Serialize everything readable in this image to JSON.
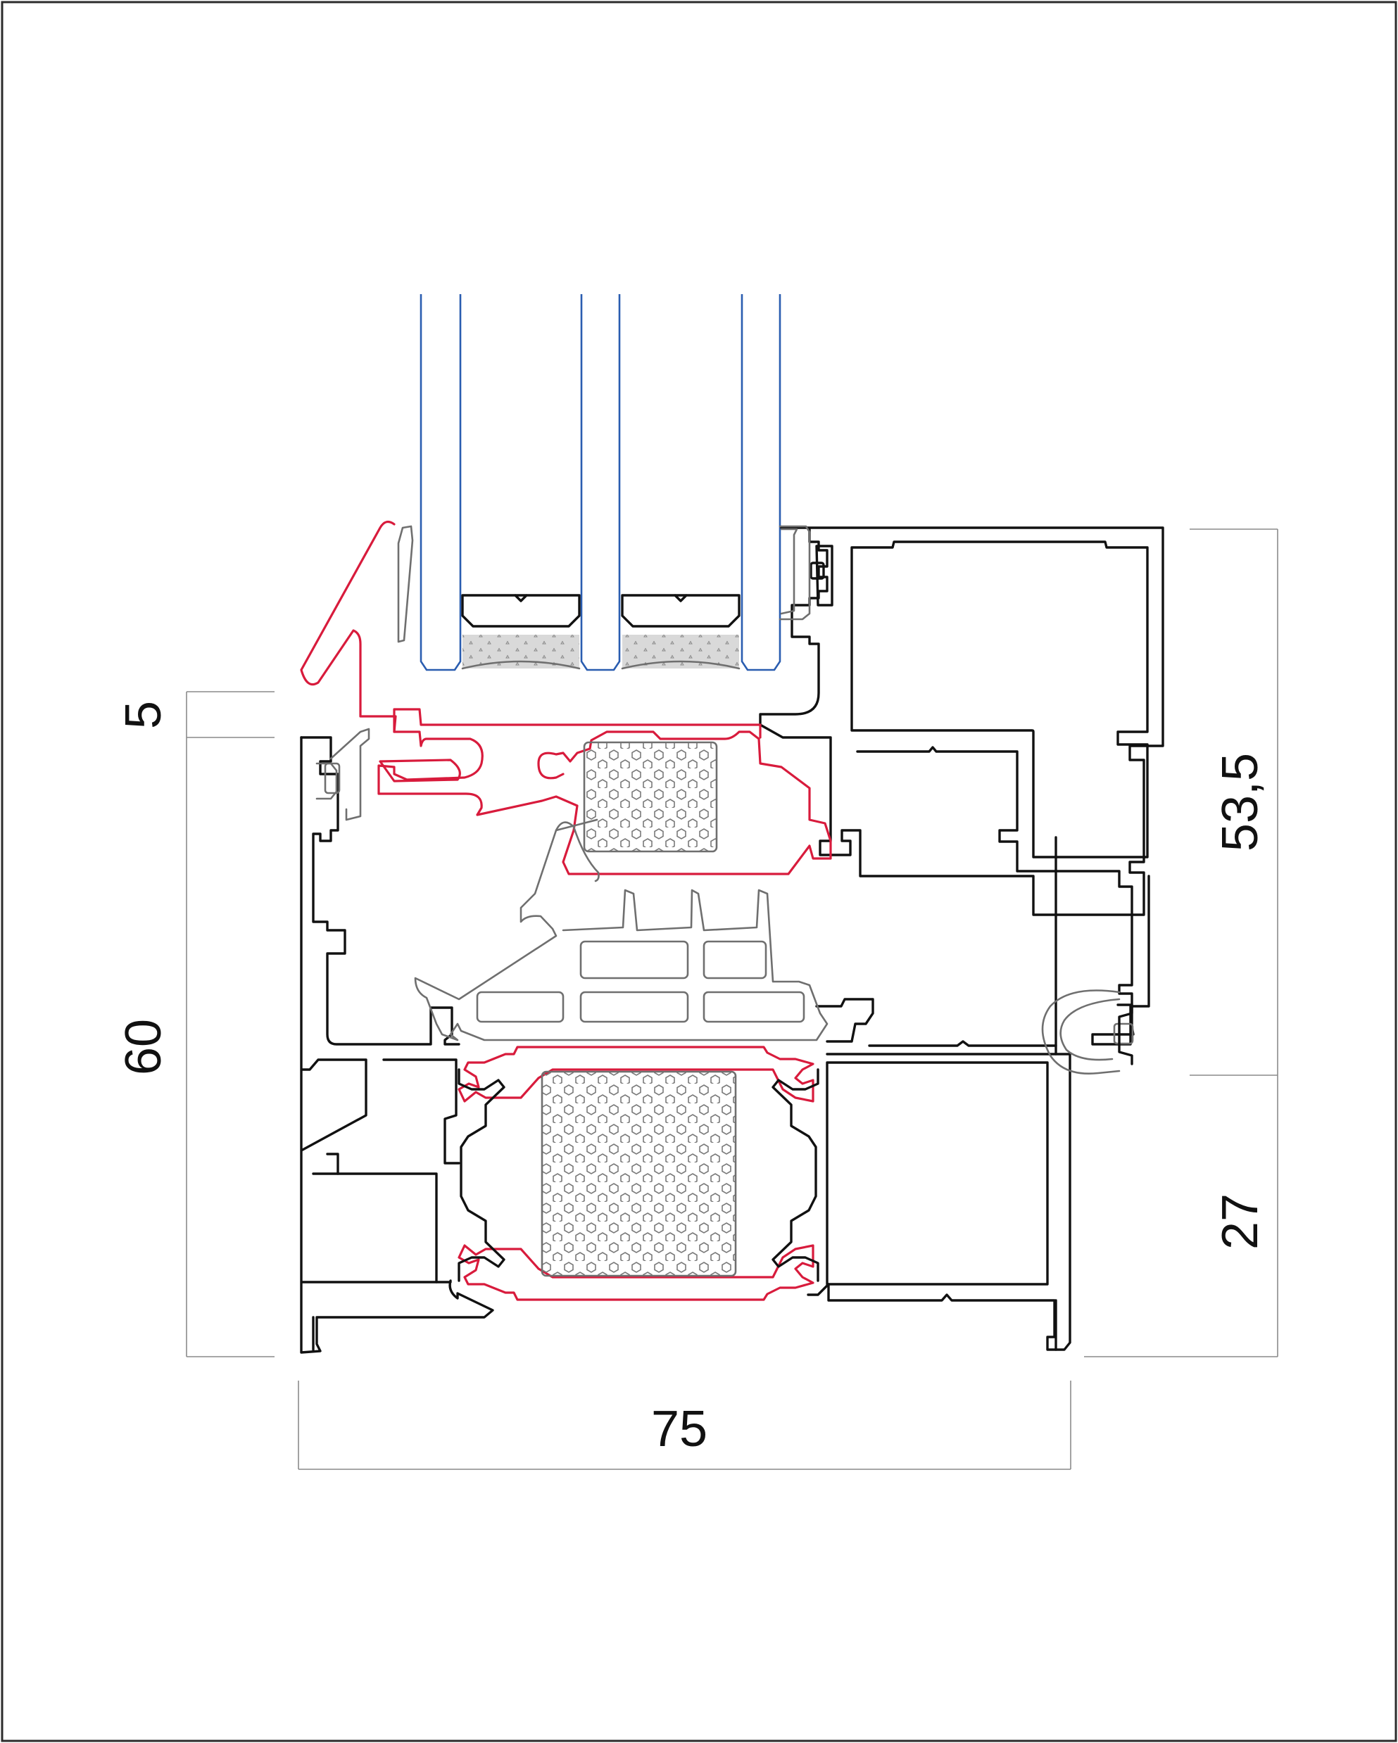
{
  "drawing": {
    "dimensions": {
      "left_top": "5",
      "left_main": "60",
      "bottom_width": "75",
      "right_top": "53,5",
      "right_bottom": "27"
    },
    "colors": {
      "outline": "#111111",
      "thermal_break": "#d81b3c",
      "gasket": "#6f6f6f",
      "glass": "#2a5db0",
      "dimension_line": "#8a8a8a"
    }
  }
}
